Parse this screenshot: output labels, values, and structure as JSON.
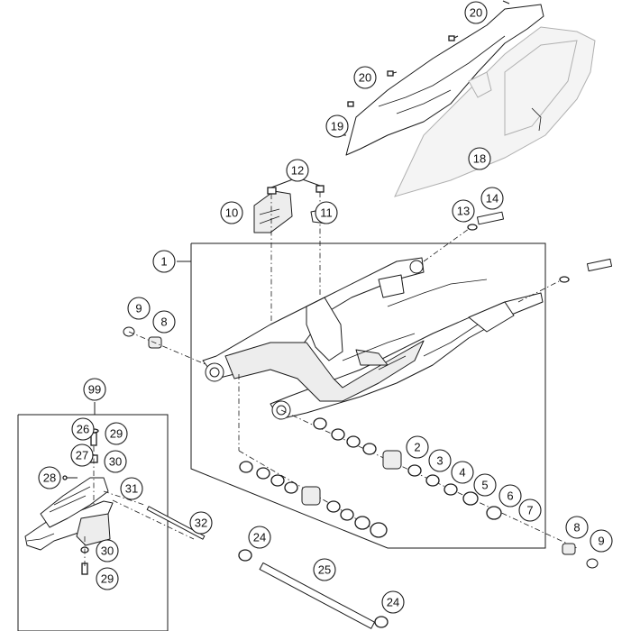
{
  "callouts": [
    {
      "label": "1"
    },
    {
      "label": "2"
    },
    {
      "label": "3"
    },
    {
      "label": "4"
    },
    {
      "label": "5"
    },
    {
      "label": "6"
    },
    {
      "label": "7"
    },
    {
      "label": "8"
    },
    {
      "label": "8"
    },
    {
      "label": "9"
    },
    {
      "label": "9"
    },
    {
      "label": "10"
    },
    {
      "label": "11"
    },
    {
      "label": "12"
    },
    {
      "label": "13"
    },
    {
      "label": "14"
    },
    {
      "label": "18"
    },
    {
      "label": "19"
    },
    {
      "label": "20"
    },
    {
      "label": "20"
    },
    {
      "label": "24"
    },
    {
      "label": "24"
    },
    {
      "label": "25"
    },
    {
      "label": "26"
    },
    {
      "label": "27"
    },
    {
      "label": "28"
    },
    {
      "label": "29"
    },
    {
      "label": "29"
    },
    {
      "label": "30"
    },
    {
      "label": "30"
    },
    {
      "label": "31"
    },
    {
      "label": "32"
    },
    {
      "label": "99"
    }
  ]
}
